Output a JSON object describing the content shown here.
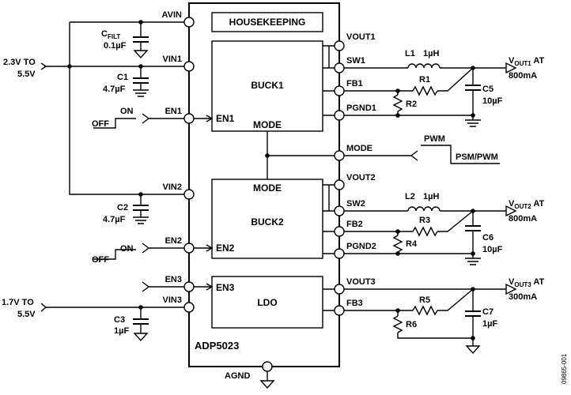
{
  "chip": {
    "name": "ADP5023"
  },
  "blocks": {
    "housekeeping": "HOUSEKEEPING",
    "buck1": "BUCK1",
    "buck2": "BUCK2",
    "ldo": "LDO",
    "mode": "MODE"
  },
  "pins_left": {
    "avin": "AVIN",
    "vin1": "VIN1",
    "en1": "EN1",
    "vin2": "VIN2",
    "en2": "EN2",
    "en3": "EN3",
    "vin3": "VIN3"
  },
  "pins_right": {
    "vout1": "VOUT1",
    "sw1": "SW1",
    "fb1": "FB1",
    "pgnd1": "PGND1",
    "mode": "MODE",
    "vout2": "VOUT2",
    "sw2": "SW2",
    "fb2": "FB2",
    "pgnd2": "PGND2",
    "vout3": "VOUT3",
    "fb3": "FB3"
  },
  "pins_bottom": {
    "agnd": "AGND"
  },
  "block_inputs": {
    "en1": "EN1",
    "en2": "EN2",
    "en3": "EN3",
    "mode1": "MODE",
    "mode2": "MODE"
  },
  "supplies": {
    "main_line1": "2.3V TO",
    "main_line2": "5.5V",
    "ldo_line1": "1.7V TO",
    "ldo_line2": "5.5V"
  },
  "capacitors": {
    "cfilt_name": "C",
    "cfilt_sub": "FILT",
    "cfilt_value": "0.1µF",
    "c1": "C1",
    "c1_value": "4.7µF",
    "c2": "C2",
    "c2_value": "4.7µF",
    "c3": "C3",
    "c3_value": "1µF",
    "c5": "C5",
    "c5_value": "10µF",
    "c6": "C6",
    "c6_value": "10µF",
    "c7": "C7",
    "c7_value": "1µF"
  },
  "inductors": {
    "l1": "L1",
    "l1_value": "1µH",
    "l2": "L2",
    "l2_value": "1µH"
  },
  "resistors": {
    "r1": "R1",
    "r2": "R2",
    "r3": "R3",
    "r4": "R4",
    "r5": "R5",
    "r6": "R6"
  },
  "switches": {
    "off1": "OFF",
    "on1": "ON",
    "off2": "OFF",
    "on2": "ON"
  },
  "mode_select": {
    "pwm": "PWM",
    "psm_pwm": "PSM/PWM"
  },
  "outputs": {
    "vout1_v": "V",
    "vout1_sub": "OUT1",
    "vout1_at": " AT",
    "vout1_current": "800mA",
    "vout2_v": "V",
    "vout2_sub": "OUT2",
    "vout2_at": " AT",
    "vout2_current": "800mA",
    "vout3_v": "V",
    "vout3_sub": "OUT3",
    "vout3_at": " AT",
    "vout3_current": "300mA"
  },
  "figure_id": "09865-001"
}
